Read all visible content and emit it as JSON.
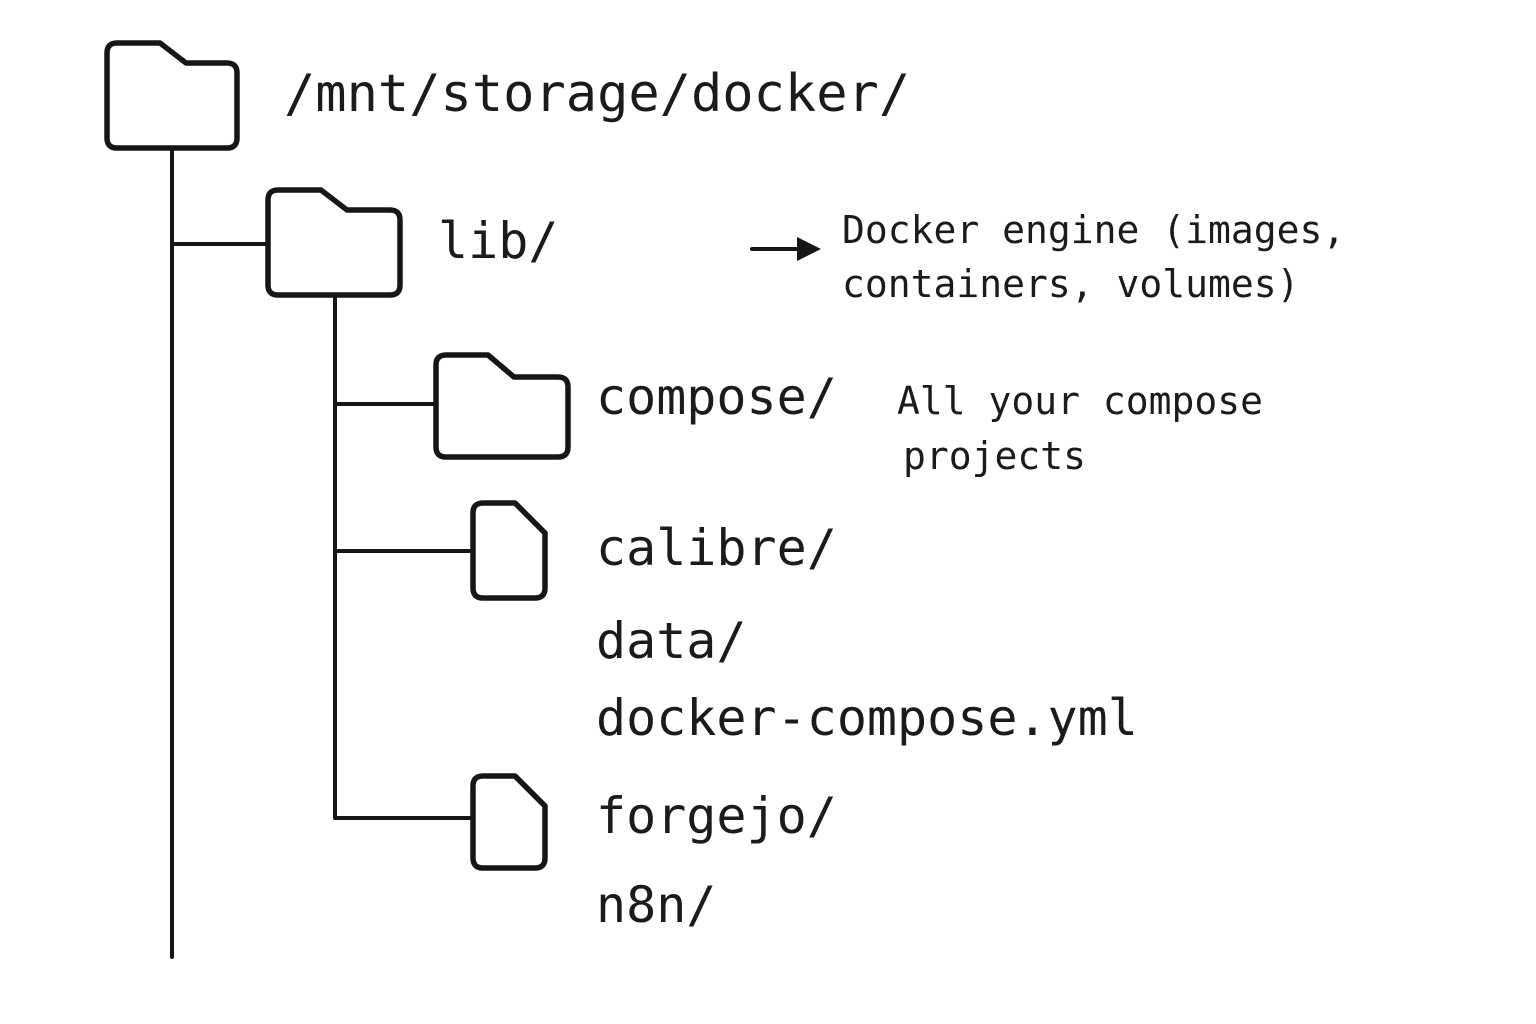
{
  "diagram": {
    "title_node": {
      "label": "/mnt/storage/docker/"
    },
    "nodes": {
      "lib": {
        "label": "lib/",
        "type": "folder"
      },
      "compose": {
        "label": "compose/",
        "type": "folder"
      },
      "calibre": {
        "label": "calibre/",
        "type": "file"
      },
      "data_dir": {
        "label": "data/",
        "type": "text"
      },
      "docker_compose_yml": {
        "label": "docker-compose.yml",
        "type": "text"
      },
      "forgejo": {
        "label": "forgejo/",
        "type": "file"
      },
      "n8n": {
        "label": "n8n/",
        "type": "text"
      }
    },
    "annotations": {
      "lib": {
        "line1": "Docker engine (images,",
        "line2": "containers, volumes)"
      },
      "compose": {
        "line1": "All your compose",
        "line2": "projects"
      }
    },
    "icons": {
      "root": "folder-icon",
      "lib": "folder-icon",
      "compose": "folder-icon",
      "calibre": "file-icon",
      "forgejo": "file-icon",
      "lib_pointer": "arrow-right-icon"
    },
    "colors": {
      "line": "#161616",
      "text": "#1b1b1b",
      "background": "#ffffff"
    }
  }
}
